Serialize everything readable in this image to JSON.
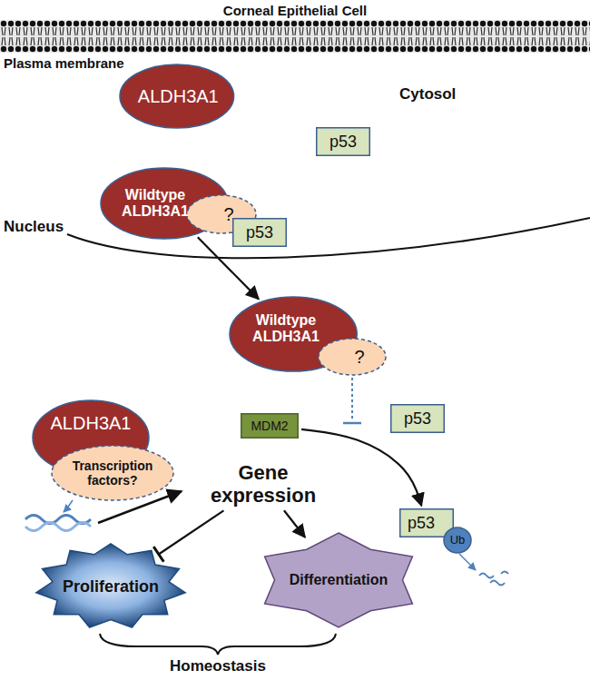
{
  "diagram": {
    "title": "Corneal Epithelial Cell",
    "nodes": [
      {
        "text": [
          "ALDH3A1"
        ]
      },
      {
        "text": [
          "p53"
        ]
      },
      {
        "text": [
          "Wildtype ALDH3A1"
        ]
      },
      {
        "text": [
          "?"
        ]
      },
      {
        "text": [
          "p53"
        ]
      },
      {
        "text": [
          "Wildtype ALDH3A1"
        ]
      },
      {
        "text": [
          "?"
        ]
      },
      {
        "text": [
          "MDM2"
        ]
      },
      {
        "text": [
          "p53"
        ]
      },
      {
        "text": [
          "p53"
        ]
      },
      {
        "text": [
          "Ub"
        ]
      },
      {
        "text": [
          "ALDH3A1"
        ]
      },
      {
        "text": [
          "Transcription factors?"
        ]
      },
      {
        "text": [
          "Gene expression"
        ]
      },
      {
        "text": [
          "Proliferation"
        ]
      },
      {
        "text": [
          "Differentiation"
        ]
      }
    ],
    "edges": [
      {
        "from": 2,
        "to": 5,
        "arrow": "to"
      },
      {
        "from": 7,
        "to": 9,
        "arrow": "to"
      },
      {
        "from": 13,
        "to": 14,
        "arrow": "none"
      },
      {
        "from": 13,
        "to": 15,
        "arrow": "to"
      }
    ],
    "labels": [
      "Plasma membrane",
      "Cytosol",
      "Nucleus",
      "Homeostasis"
    ]
  }
}
